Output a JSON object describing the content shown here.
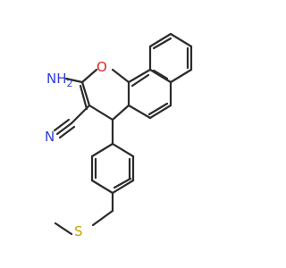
{
  "molecule": {
    "atoms": {
      "amino": {
        "text": "NH",
        "subscript": "2",
        "color": "#2f3fd8"
      },
      "oxygen": {
        "text": "O",
        "color": "#e0231f"
      },
      "nitrile_n": {
        "text": "N",
        "color": "#2f3fd8"
      },
      "sulfur": {
        "text": "S",
        "color": "#c9a400"
      }
    },
    "bond_color": "#2b2b2b"
  }
}
